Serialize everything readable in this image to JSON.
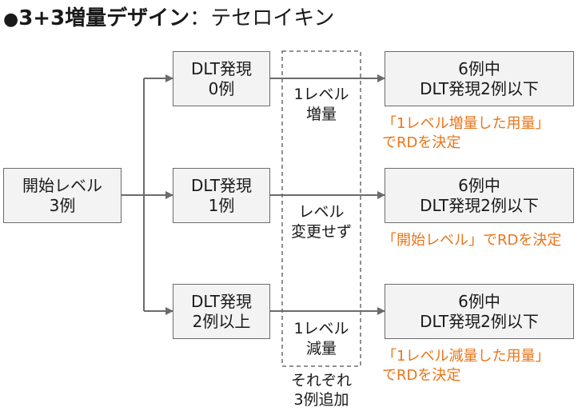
{
  "title": {
    "bullet": "●",
    "bold": "3+3増量デザイン",
    "separator": "：",
    "light": "テセロイキン"
  },
  "start_box": {
    "line1": "開始レベル",
    "line2": "3例"
  },
  "rows": [
    {
      "dlt": {
        "line1": "DLT発現",
        "line2": "0例"
      },
      "action": {
        "line1": "1レベル",
        "line2": "増量"
      },
      "result": {
        "line1": "6例中",
        "line2": "DLT発現2例以下"
      },
      "note": {
        "line1": "「1レベル増量した用量」",
        "line2": "でRDを決定"
      }
    },
    {
      "dlt": {
        "line1": "DLT発現",
        "line2": "1例"
      },
      "action": {
        "line1": "レベル",
        "line2": "変更せず"
      },
      "result": {
        "line1": "6例中",
        "line2": "DLT発現2例以下"
      },
      "note": {
        "line1": "「開始レベル」でRDを決定",
        "line2": ""
      }
    },
    {
      "dlt": {
        "line1": "DLT発現",
        "line2": "2例以上"
      },
      "action": {
        "line1": "1レベル",
        "line2": "減量"
      },
      "result": {
        "line1": "6例中",
        "line2": "DLT発現2例以下"
      },
      "note": {
        "line1": "「1レベル減量した用量」",
        "line2": "でRDを決定"
      }
    }
  ],
  "footnote": {
    "line1": "それぞれ",
    "line2": "3例追加"
  },
  "colors": {
    "line": "#6b6b6b",
    "note": "#e8751a",
    "box_fill": "#f3f3f3"
  }
}
